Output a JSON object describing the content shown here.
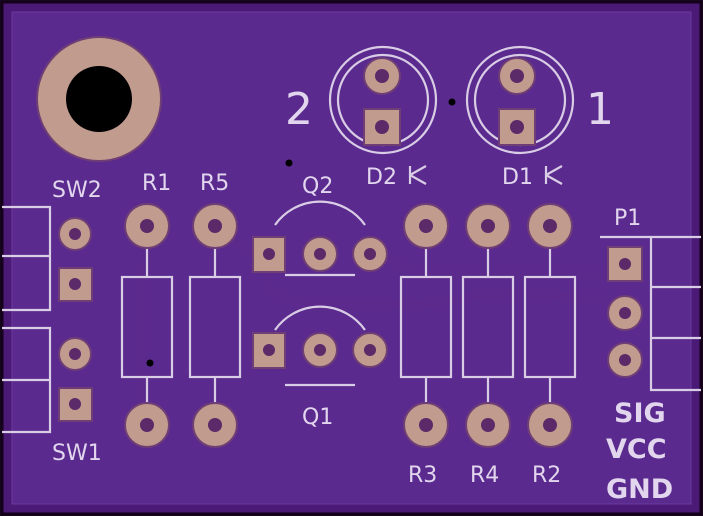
{
  "board": {
    "colors": {
      "substrate": "#4b1a77",
      "soldermask": "#5a2a8e",
      "silkscreen": "#e2d6ee",
      "copper_pad": "#c29b8f"
    }
  },
  "labels": {
    "sw2": "SW2",
    "sw1": "SW1",
    "r1": "R1",
    "r5": "R5",
    "q2": "Q2",
    "q1": "Q1",
    "d2": "D2",
    "d1": "D1",
    "p1": "P1",
    "r3": "R3",
    "r4": "R4",
    "r2": "R2",
    "pin2": "2",
    "pin1": "1",
    "sig": "SIG",
    "vcc": "VCC",
    "gnd": "GND"
  }
}
